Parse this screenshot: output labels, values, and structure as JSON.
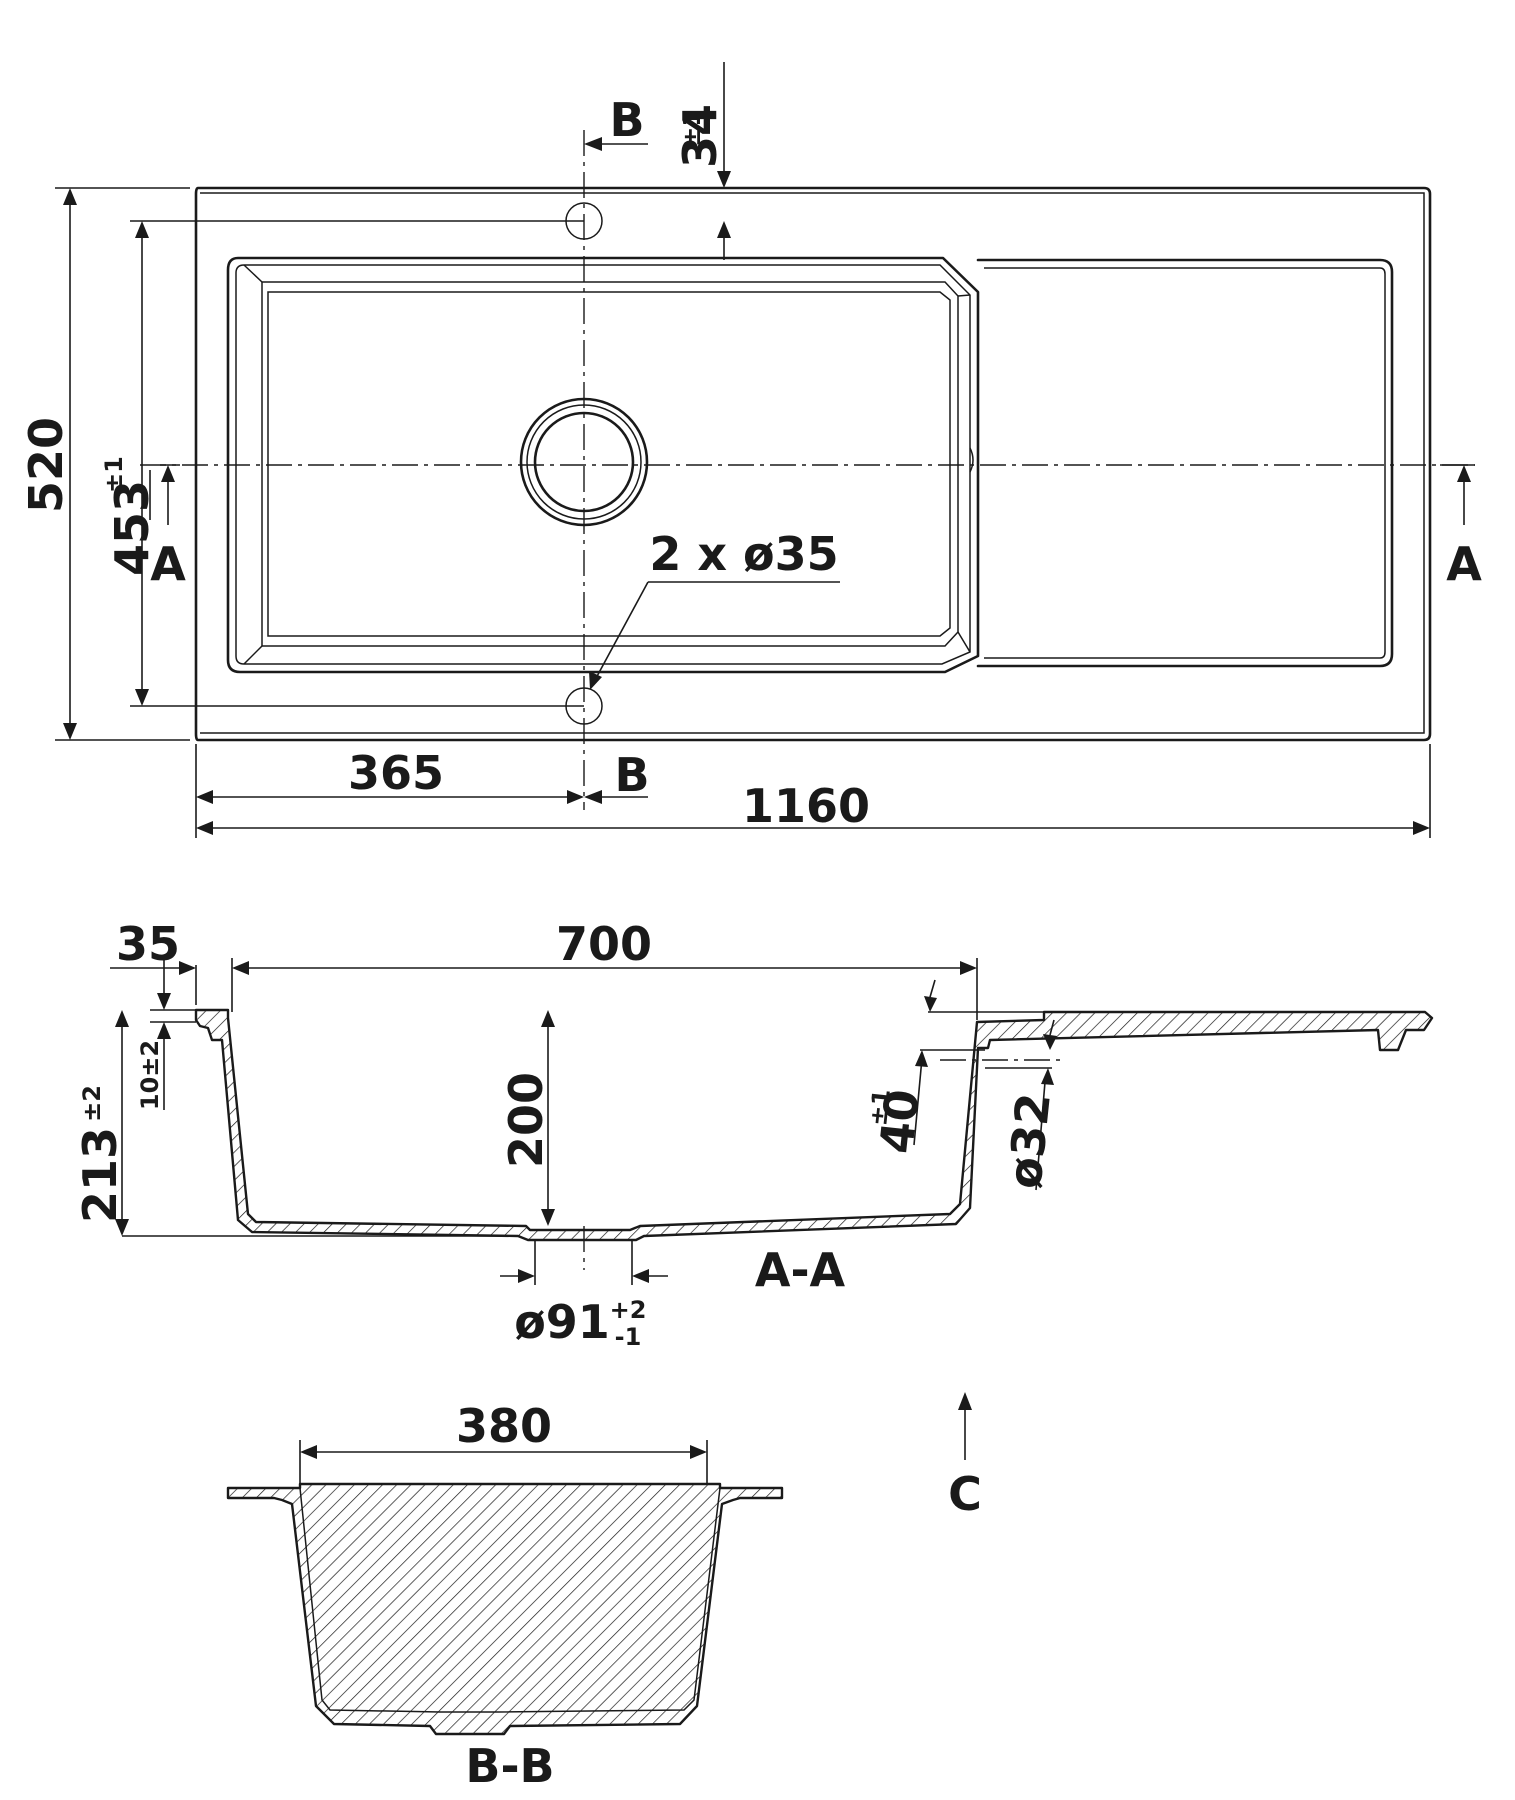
{
  "top_view": {
    "overall_width": "1160",
    "overall_depth": "520",
    "inner_depth": "453",
    "inner_depth_tol": "±1",
    "hole_offset": "34",
    "hole_offset_tol": "±1",
    "bowl_center_offset": "365",
    "tap_holes": "2 x ø35",
    "section_a": "A",
    "section_b": "B"
  },
  "section_aa": {
    "label": "A-A",
    "bowl_width": "700",
    "rim_offset": "35",
    "bowl_depth": "200",
    "total_height": "213",
    "total_height_tol": "±2",
    "rim_height": "10±2",
    "overflow_height": "40",
    "overflow_height_tol": "±1",
    "overflow_diameter": "ø32",
    "drain_diameter": "ø91",
    "drain_tol_plus": "+2",
    "drain_tol_minus": "-1"
  },
  "section_bb": {
    "label": "B-B",
    "bowl_width": "380"
  },
  "view_c": {
    "label": "C"
  }
}
